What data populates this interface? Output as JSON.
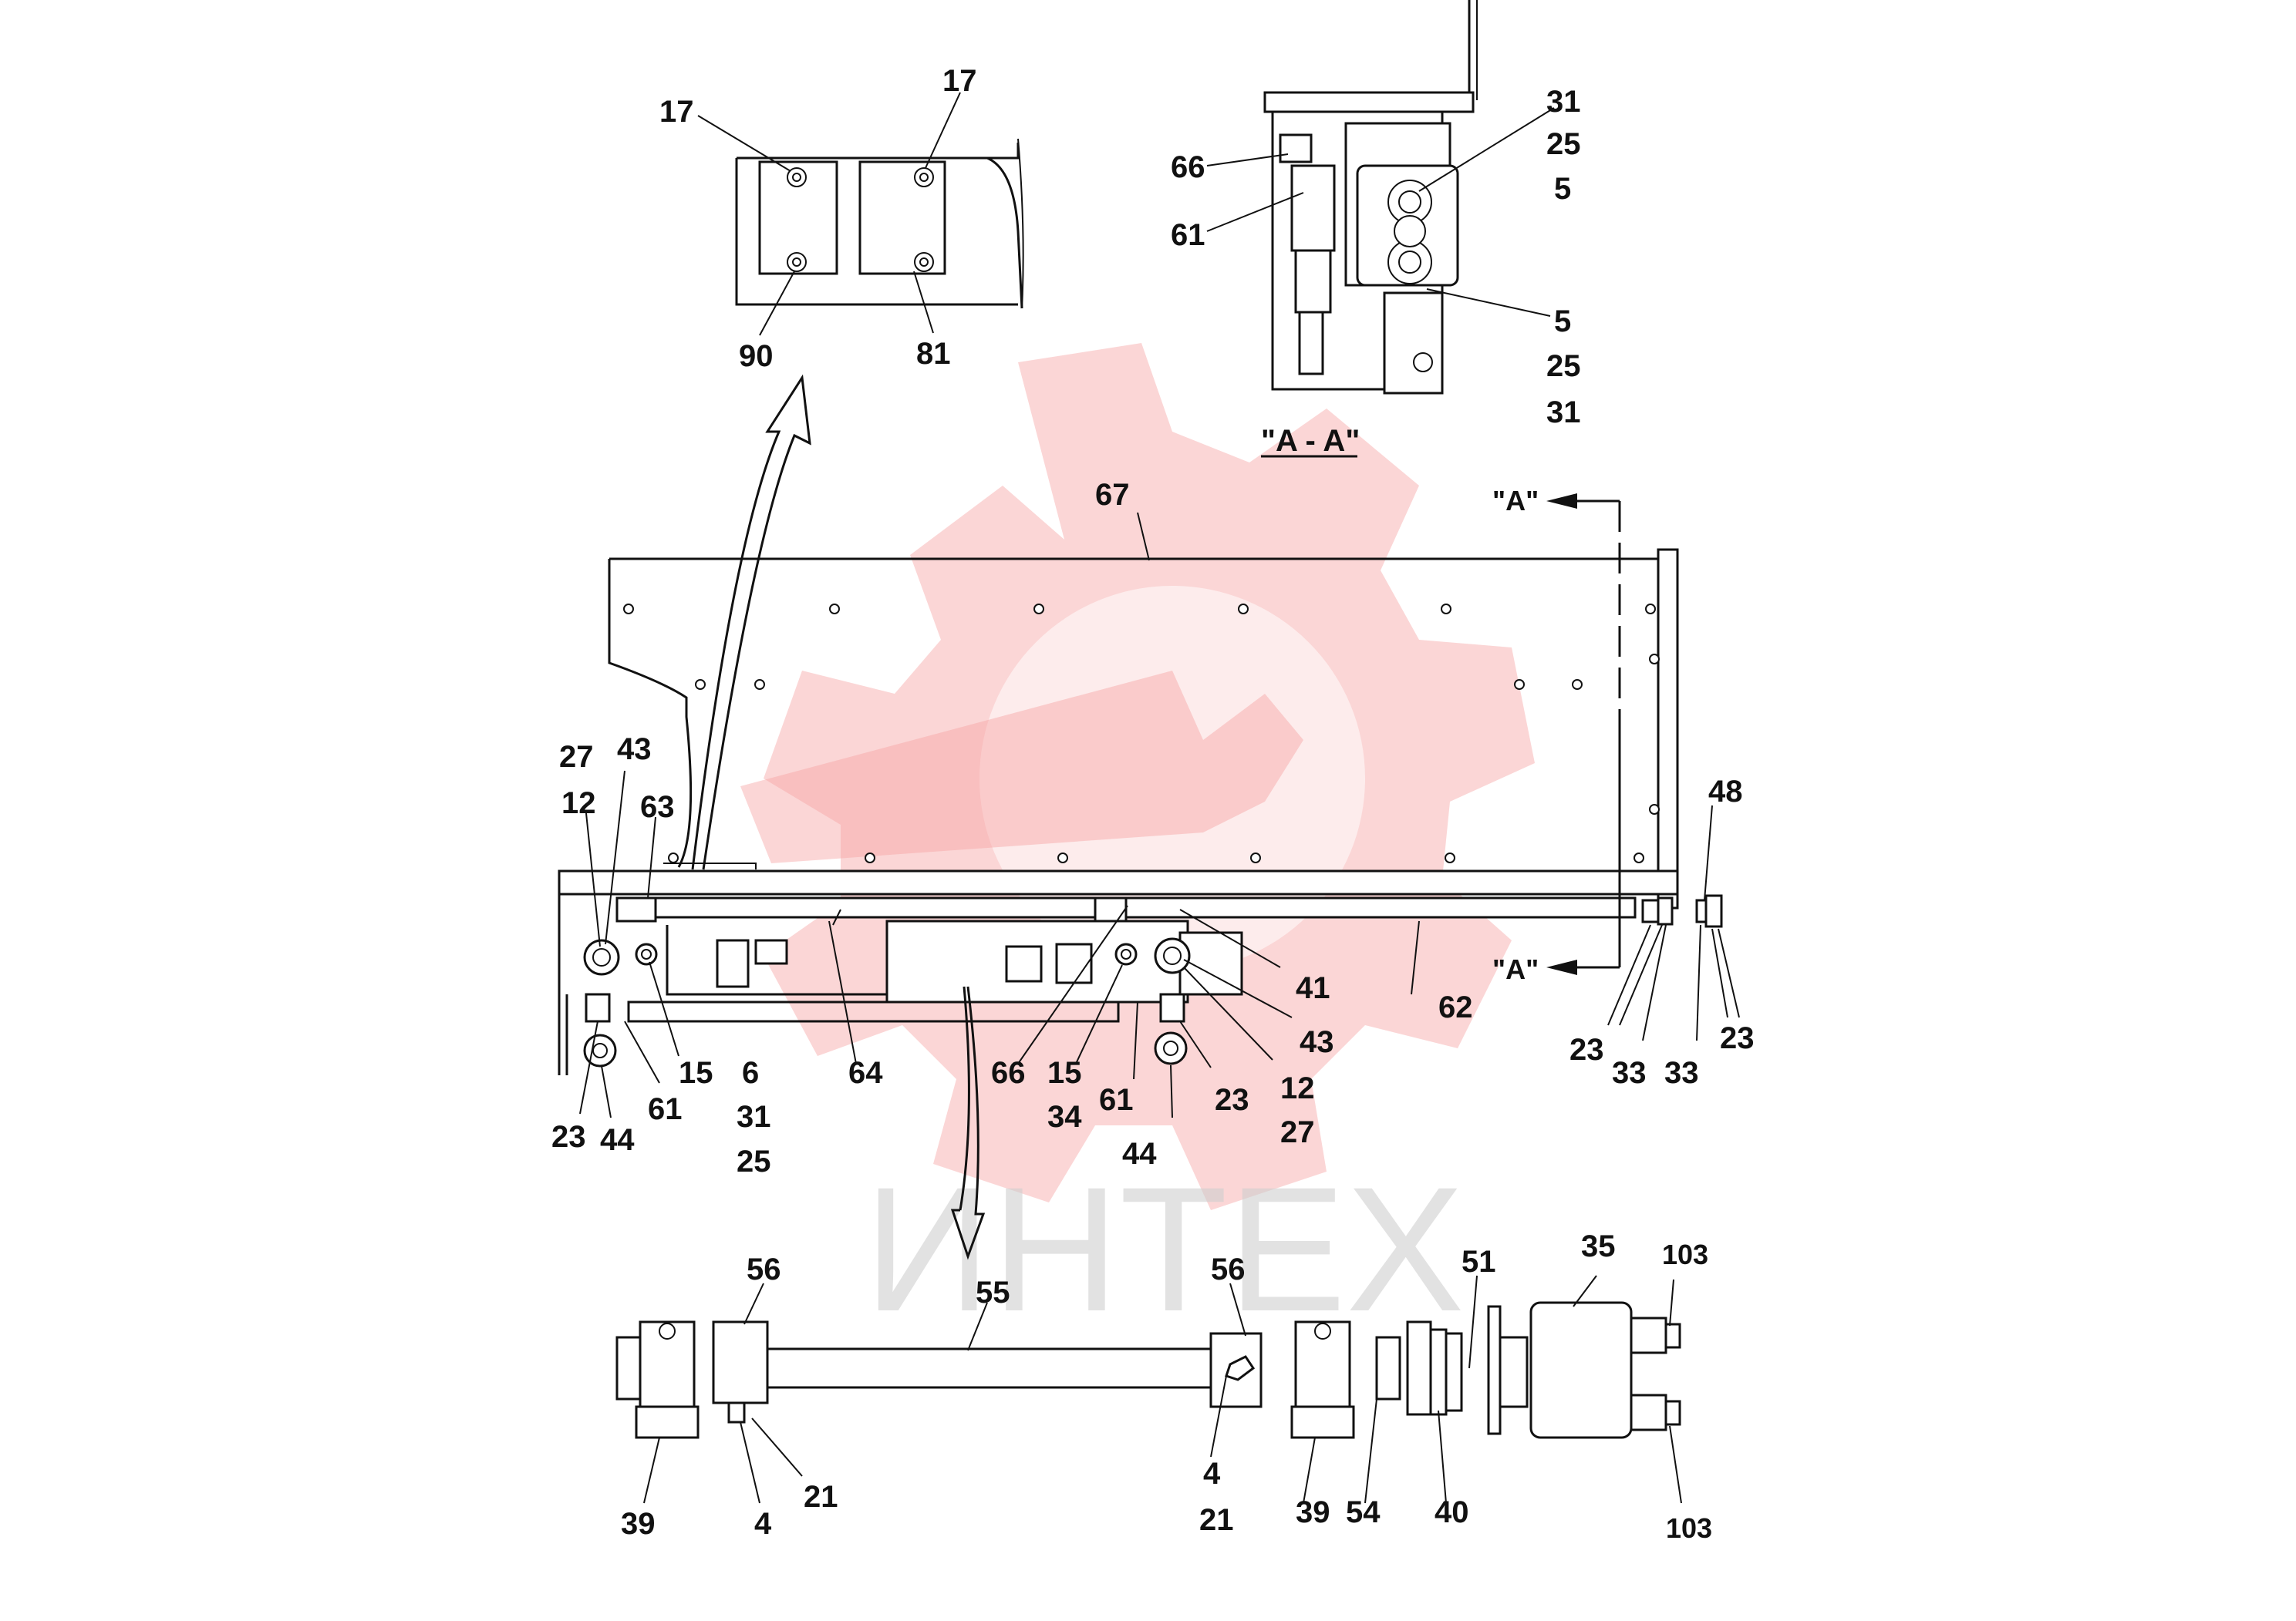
{
  "watermark": {
    "text": "ИНТЕХ",
    "logo": "gear-wrench-logo"
  },
  "section_title": "\"A - A\"",
  "section_markers": {
    "top": "\"A\"",
    "bottom": "\"A\""
  },
  "callouts": [
    {
      "id": "d1",
      "text": "17"
    },
    {
      "id": "d2",
      "text": "17"
    },
    {
      "id": "d3",
      "text": "90"
    },
    {
      "id": "d4",
      "text": "81"
    },
    {
      "id": "s1",
      "text": "31"
    },
    {
      "id": "s2",
      "text": "25"
    },
    {
      "id": "s3",
      "text": "5"
    },
    {
      "id": "s4",
      "text": "66"
    },
    {
      "id": "s5",
      "text": "61"
    },
    {
      "id": "s6",
      "text": "5"
    },
    {
      "id": "s7",
      "text": "25"
    },
    {
      "id": "s8",
      "text": "31"
    },
    {
      "id": "m1",
      "text": "67"
    },
    {
      "id": "m2",
      "text": "27"
    },
    {
      "id": "m3",
      "text": "43"
    },
    {
      "id": "m4",
      "text": "12"
    },
    {
      "id": "m5",
      "text": "63"
    },
    {
      "id": "m6",
      "text": "48"
    },
    {
      "id": "m7",
      "text": "41"
    },
    {
      "id": "m8",
      "text": "62"
    },
    {
      "id": "m9",
      "text": "43"
    },
    {
      "id": "m10",
      "text": "15"
    },
    {
      "id": "m11",
      "text": "6"
    },
    {
      "id": "m12",
      "text": "31"
    },
    {
      "id": "m13",
      "text": "25"
    },
    {
      "id": "m14",
      "text": "64"
    },
    {
      "id": "m15",
      "text": "66"
    },
    {
      "id": "m16",
      "text": "15"
    },
    {
      "id": "m17",
      "text": "34"
    },
    {
      "id": "m18",
      "text": "61"
    },
    {
      "id": "m19",
      "text": "23"
    },
    {
      "id": "m20",
      "text": "12"
    },
    {
      "id": "m21",
      "text": "27"
    },
    {
      "id": "m22",
      "text": "44"
    },
    {
      "id": "m23",
      "text": "23"
    },
    {
      "id": "m24",
      "text": "44"
    },
    {
      "id": "m25",
      "text": "61"
    },
    {
      "id": "m26",
      "text": "23"
    },
    {
      "id": "m27",
      "text": "33"
    },
    {
      "id": "m28",
      "text": "33"
    },
    {
      "id": "m29",
      "text": "23"
    },
    {
      "id": "b1",
      "text": "56"
    },
    {
      "id": "b2",
      "text": "55"
    },
    {
      "id": "b3",
      "text": "56"
    },
    {
      "id": "b4",
      "text": "51"
    },
    {
      "id": "b5",
      "text": "35"
    },
    {
      "id": "b6",
      "text": "103"
    },
    {
      "id": "b7",
      "text": "39"
    },
    {
      "id": "b8",
      "text": "4"
    },
    {
      "id": "b9",
      "text": "21"
    },
    {
      "id": "b10",
      "text": "4"
    },
    {
      "id": "b11",
      "text": "21"
    },
    {
      "id": "b12",
      "text": "39"
    },
    {
      "id": "b13",
      "text": "54"
    },
    {
      "id": "b14",
      "text": "40"
    },
    {
      "id": "b15",
      "text": "103"
    }
  ]
}
